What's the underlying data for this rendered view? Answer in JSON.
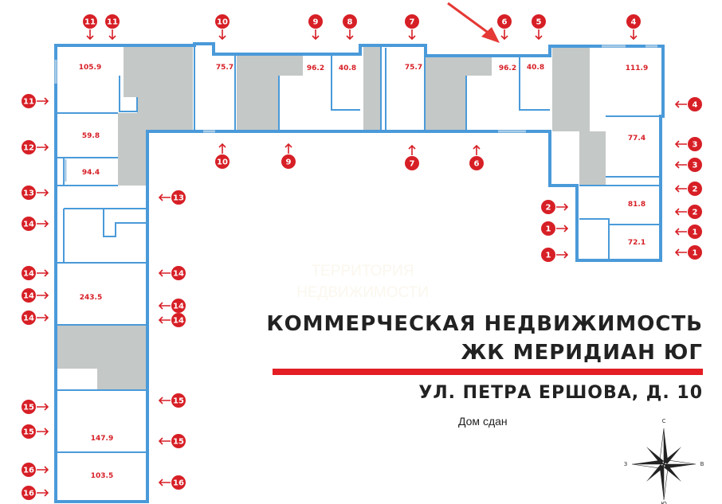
{
  "header": {
    "line1": "КОММЕРЧЕСКАЯ НЕДВИЖИМОСТЬ",
    "line2": "ЖК МЕРИДИАН ЮГ",
    "address": "УЛ. ПЕТРА ЕРШОВА, Д. 10",
    "status": "Дом сдан"
  },
  "watermark": [
    "ТЕРРИТОРИЯ",
    "НЕДВИЖИМОСТИ"
  ],
  "compass": {
    "north": "С",
    "west": "З",
    "east": "В",
    "south": "Ю"
  },
  "colors": {
    "wall": "#4a9ad9",
    "core": "#c4c8c7",
    "marker": "#d71f26",
    "accent_bar": "#e31e24"
  },
  "units": [
    {
      "area": "105.9"
    },
    {
      "area": "59.8"
    },
    {
      "area": "94.4"
    },
    {
      "area": "75.7"
    },
    {
      "area": "96.2"
    },
    {
      "area": "40.8"
    },
    {
      "area": "75.7"
    },
    {
      "area": "96.2"
    },
    {
      "area": "40.8"
    },
    {
      "area": "111.9"
    },
    {
      "area": "77.4"
    },
    {
      "area": "81.8"
    },
    {
      "area": "72.1"
    },
    {
      "area": "243.5"
    },
    {
      "area": "147.9"
    },
    {
      "area": "103.5"
    }
  ],
  "entrances": [
    "11",
    "11",
    "10",
    "9",
    "8",
    "7",
    "6",
    "5",
    "4",
    "10",
    "9",
    "7",
    "6",
    "11",
    "12",
    "13",
    "14",
    "14",
    "14",
    "14",
    "15",
    "15",
    "16",
    "16",
    "13",
    "14",
    "14",
    "14",
    "15",
    "15",
    "16",
    "4",
    "3",
    "3",
    "2",
    "2",
    "1",
    "1",
    "2",
    "1",
    "1"
  ]
}
